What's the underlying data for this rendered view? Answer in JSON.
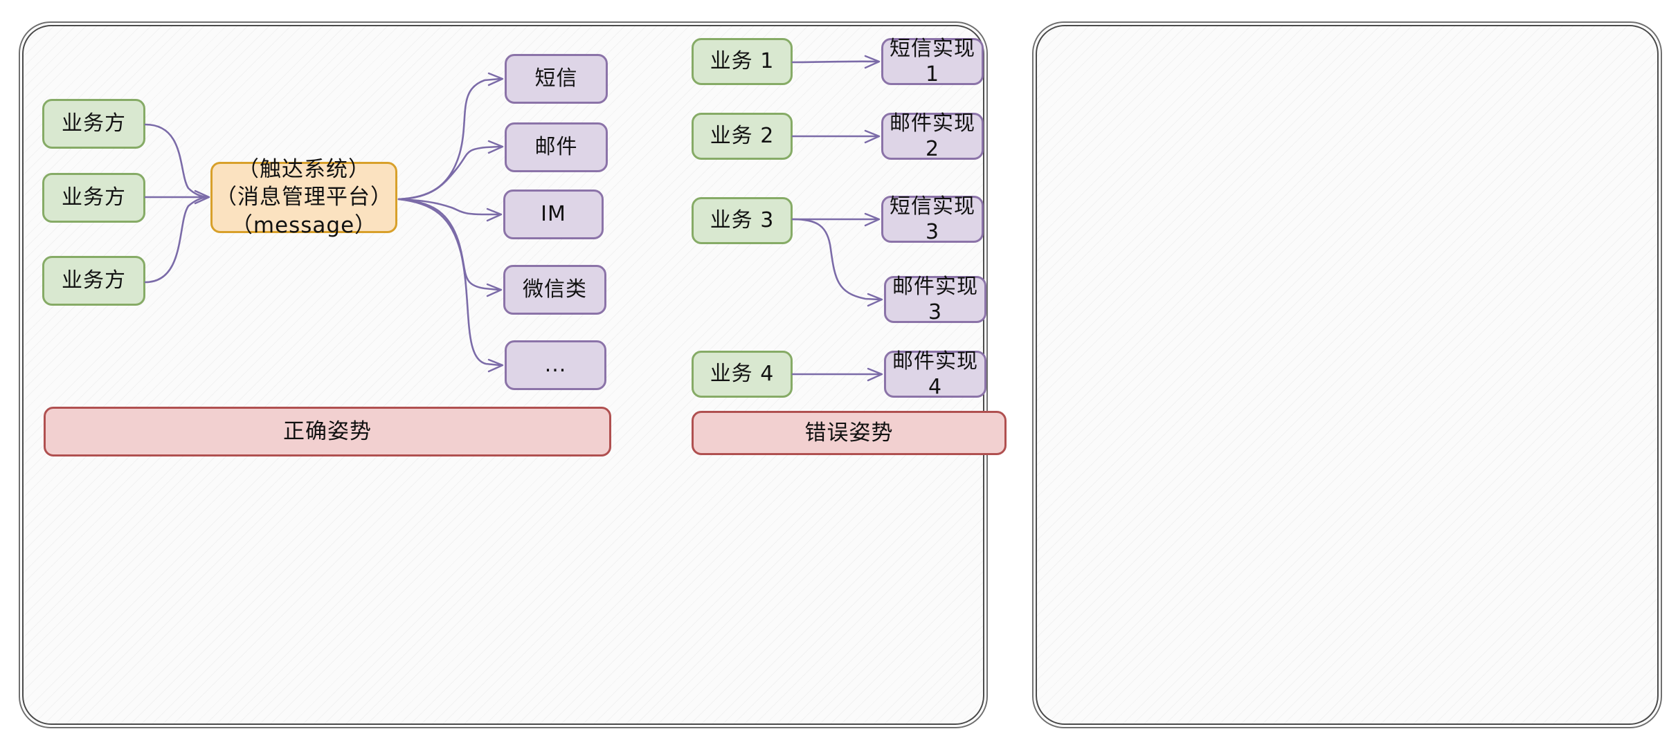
{
  "diagram": {
    "title_left": "正确姿势",
    "title_right": "错误姿势",
    "accent_colors": {
      "green_fill": "#d9e8d0",
      "green_border": "#86ab66",
      "purple_fill": "#ded5e7",
      "purple_border": "#8b73a8",
      "orange_fill": "#fbe2c0",
      "orange_border": "#d8a02a",
      "red_fill": "#f2d0d0",
      "red_border": "#b05050",
      "arrow": "#7b6ba8",
      "panel_border": "#4a4a4a",
      "panel_fill": "#fbfbfb"
    }
  },
  "left_panel": {
    "banner": "正确姿势",
    "producers": [
      {
        "label": "业务方"
      },
      {
        "label": "业务方"
      },
      {
        "label": "业务方"
      }
    ],
    "hub": {
      "line1": "（触达系统）",
      "line2": "（消息管理平台）",
      "line3": "（message）",
      "text": "（触达系统）\n（消息管理平台）\n（message）"
    },
    "channels": [
      {
        "label": "短信"
      },
      {
        "label": "邮件"
      },
      {
        "label": "IM"
      },
      {
        "label": "微信类"
      },
      {
        "label": "..."
      }
    ]
  },
  "right_panel": {
    "banner": "错误姿势",
    "producers": [
      {
        "label": "业务 1"
      },
      {
        "label": "业务 2"
      },
      {
        "label": "业务 3"
      },
      {
        "label": "业务 4"
      }
    ],
    "implementations": [
      {
        "label": "短信实现1"
      },
      {
        "label": "邮件实现2"
      },
      {
        "label": "短信实现3"
      },
      {
        "label": "邮件实现3"
      },
      {
        "label": "邮件实现4"
      }
    ],
    "edges": [
      {
        "from": "业务 1",
        "to": "短信实现1"
      },
      {
        "from": "业务 2",
        "to": "邮件实现2"
      },
      {
        "from": "业务 3",
        "to": "短信实现3"
      },
      {
        "from": "业务 3",
        "to": "邮件实现3"
      },
      {
        "from": "业务 4",
        "to": "邮件实现4"
      }
    ]
  }
}
